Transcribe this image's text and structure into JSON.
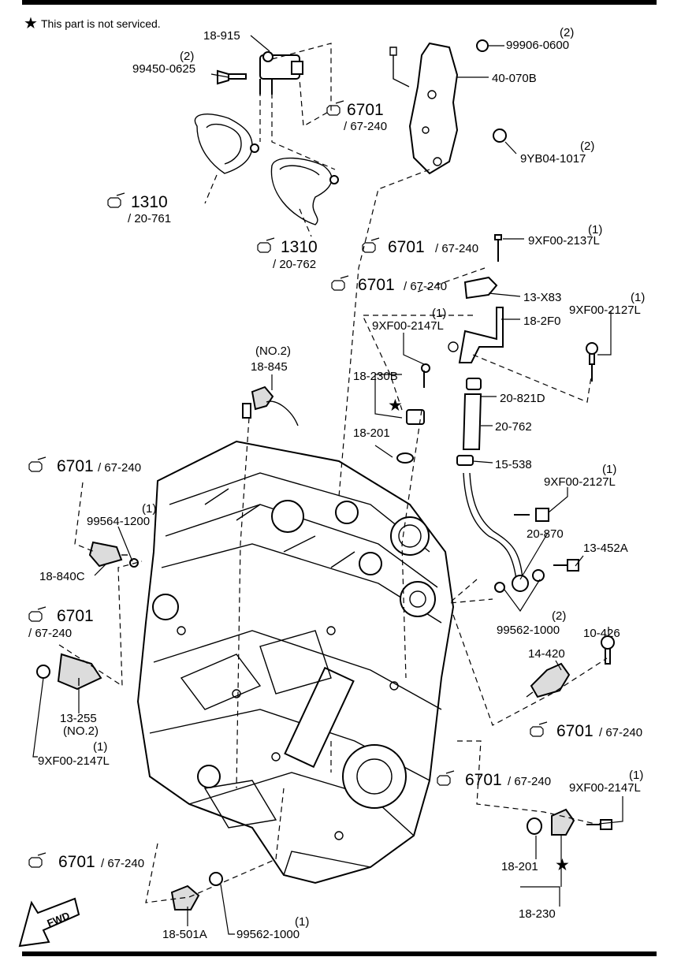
{
  "legend": {
    "symbol": "★",
    "text": "This part is not serviced."
  },
  "parts": {
    "p18_915": "18-915",
    "p99450": "99450-0625",
    "p99450_qty": "(2)",
    "p6701_a": "6701",
    "p67240_a": "/ 67-240",
    "p1310_a": "1310",
    "p20761": "/ 20-761",
    "p1310_b": "1310",
    "p20762_ref": "/ 20-762",
    "p99906": "99906-0600",
    "p99906_qty": "(2)",
    "p40070b": "40-070B",
    "p9yb04": "9YB04-1017",
    "p9yb04_qty": "(2)",
    "p6701_b": "6701",
    "p67240_b": "/ 67-240",
    "p9xf2137": "9XF00-2137L",
    "p9xf2137_qty": "(1)",
    "p6701_c": "6701",
    "p67240_c": "/ 67-240",
    "p13x83": "13-X83",
    "p9xf2147_a": "9XF00-2147L",
    "p9xf2147_a_qty": "(1)",
    "p182f0": "18-2F0",
    "p9xf2127_a": "9XF00-2127L",
    "p9xf2127_a_qty": "(1)",
    "p18230b": "18-230B",
    "p18201_a": "18-201",
    "p18845": "18-845",
    "p18845_no": "(NO.2)",
    "p20821d": "20-821D",
    "p20762": "20-762",
    "p15538": "15-538",
    "p9xf2127_b": "9XF00-2127L",
    "p9xf2127_b_qty": "(1)",
    "p6701_d": "6701",
    "p67240_d": "/ 67-240",
    "p99564": "99564-1200",
    "p99564_qty": "(1)",
    "p20870": "20-870",
    "p18840c": "18-840C",
    "p13452a": "13-452A",
    "p99562_a": "99562-1000",
    "p99562_a_qty": "(2)",
    "p6701_e": "6701",
    "p67240_e": "/ 67-240",
    "p10426": "10-426",
    "p14420": "14-420",
    "p13255": "13-255",
    "p13255_no": "(NO.2)",
    "p9xf2147_b": "9XF00-2147L",
    "p9xf2147_b_qty": "(1)",
    "p6701_f": "6701",
    "p67240_f": "/ 67-240",
    "p6701_g": "6701",
    "p67240_g": "/ 67-240",
    "p9xf2147_c": "9XF00-2147L",
    "p9xf2147_c_qty": "(1)",
    "p6701_h": "6701",
    "p67240_h": "/ 67-240",
    "p18201_b": "18-201",
    "p18230": "18-230",
    "p18501a": "18-501A",
    "p99562_b": "99562-1000",
    "p99562_b_qty": "(1)",
    "fwd": "FWD"
  }
}
